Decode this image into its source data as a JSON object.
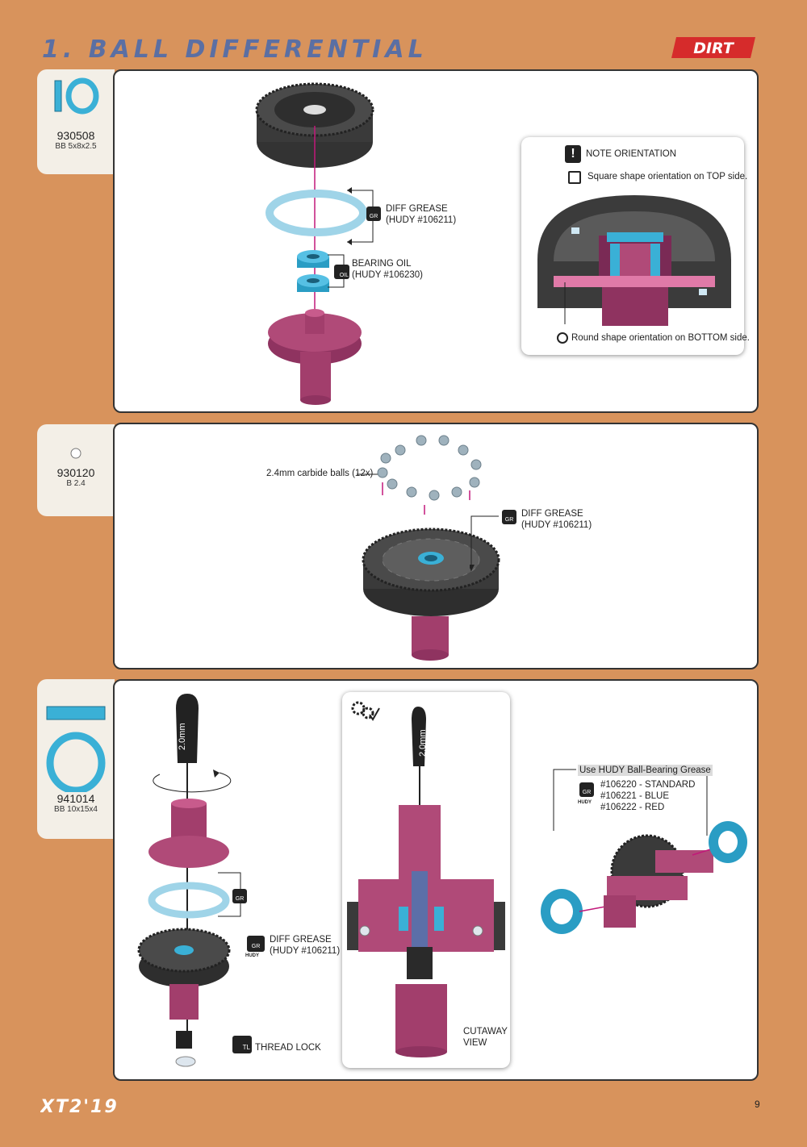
{
  "header": {
    "title": "1. BALL DIFFERENTIAL",
    "brand": "DIRT"
  },
  "step1": {
    "part_code": "930508",
    "part_desc": "BB 5x8x2.5",
    "diff_grease_line1": "DIFF GREASE",
    "diff_grease_line2": "(HUDY #106211)",
    "bearing_oil_line1": "BEARING OIL",
    "bearing_oil_line2": "(HUDY #106230)",
    "note": {
      "title": "NOTE ORIENTATION",
      "square_text": "Square  shape orientation on TOP side.",
      "round_text": "Round shape orientation on BOTTOM side."
    }
  },
  "step2": {
    "part_code": "930120",
    "part_desc": "B 2.4",
    "balls_label": "2.4mm carbide balls (12x)",
    "diff_grease_line1": "DIFF GREASE",
    "diff_grease_line2": "(HUDY #106211)"
  },
  "step3": {
    "part_code": "941014",
    "part_desc": "BB 10x15x4",
    "tool_label": "2.0mm",
    "diff_grease_line1": "DIFF GREASE",
    "diff_grease_line2": "(HUDY #106211)",
    "thread_lock": "THREAD LOCK",
    "cutaway_line1": "CUTAWAY",
    "cutaway_line2": "VIEW",
    "hudy_grease_title": "Use HUDY Ball-Bearing Grease",
    "grease_options": [
      "#106220 - STANDARD",
      "#106221 - BLUE",
      "#106222 - RED"
    ],
    "icon_gr": "GR",
    "icon_oil": "OIL",
    "icon_tl": "TL",
    "hudy_brand": "HUDY"
  },
  "footer": {
    "logo": "XT2'19",
    "page_number": "9"
  },
  "colors": {
    "background": "#d8935c",
    "title": "#5b6fa3",
    "brand_red": "#d62b2b",
    "part_cyan": "#3ab0d6",
    "diff_pink": "#b04a78"
  }
}
